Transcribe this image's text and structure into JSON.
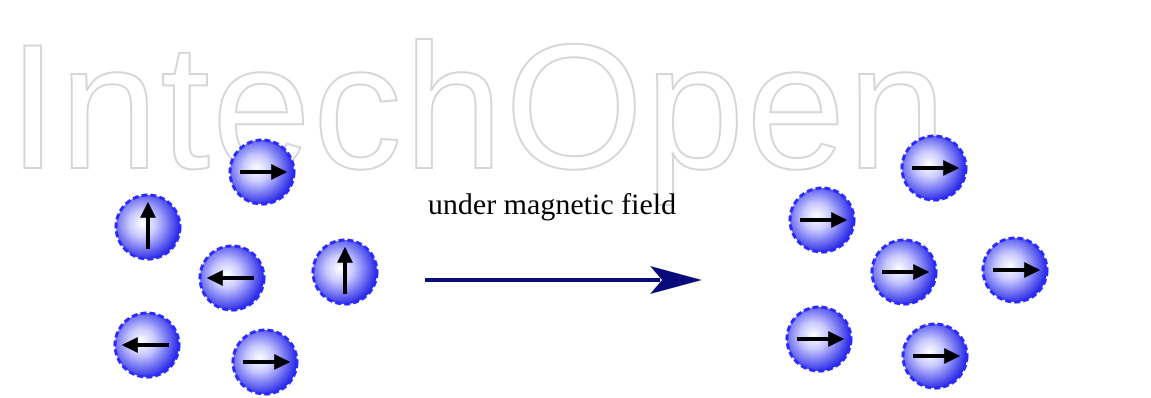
{
  "watermark": {
    "text": "IntechOpen",
    "color": "#d6d6d6"
  },
  "process": {
    "label": "under magnetic field",
    "arrow_color": "#0a0a7a"
  },
  "particle_style": {
    "fill_light": "#ffffff",
    "fill_dark": "#1f1fe6",
    "border_color": "#2a2aff",
    "spin_arrow_color": "#000000"
  },
  "before_state": {
    "spins": [
      "right",
      "up",
      "left",
      "up",
      "left",
      "right"
    ]
  },
  "after_state": {
    "spins": [
      "right",
      "right",
      "right",
      "right",
      "right",
      "right"
    ]
  }
}
